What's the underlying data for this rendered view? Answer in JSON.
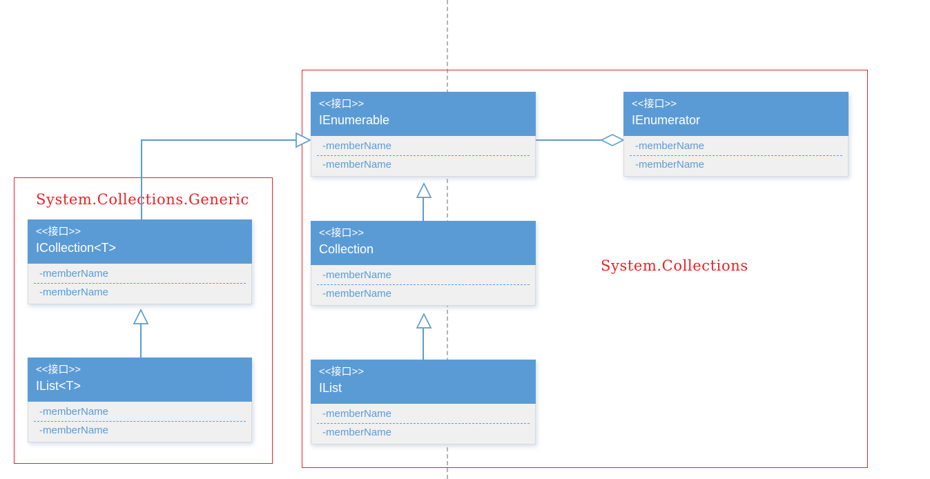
{
  "diagram": {
    "title": "System.Collections / System.Collections.Generic UML",
    "colors": {
      "header_blue": "#5B9BD5",
      "body_gray": "#F0F0F0",
      "namespace_red": "#ED2024",
      "divider_gray": "#B3B3B3",
      "member_text": "#5B9BD5"
    }
  },
  "namespaces": [
    {
      "id": "generic",
      "label": "System.Collections.Generic"
    },
    {
      "id": "collections",
      "label": "System.Collections"
    }
  ],
  "classes": [
    {
      "id": "icollection_t",
      "stereotype": "<<接口>>",
      "name": "ICollection<T>",
      "members": [
        "-memberName",
        "-memberName"
      ]
    },
    {
      "id": "ilist_t",
      "stereotype": "<<接口>>",
      "name": "IList<T>",
      "members": [
        "-memberName",
        "-memberName"
      ]
    },
    {
      "id": "ienumerable",
      "stereotype": "<<接口>>",
      "name": "IEnumerable",
      "members": [
        "-memberName",
        "-memberName"
      ]
    },
    {
      "id": "ienumerator",
      "stereotype": "<<接口>>",
      "name": "IEnumerator",
      "members": [
        "-memberName",
        "-memberName"
      ]
    },
    {
      "id": "collection",
      "stereotype": "<<接口>>",
      "name": "Collection",
      "members": [
        "-memberName",
        "-memberName"
      ]
    },
    {
      "id": "ilist",
      "stereotype": "<<接口>>",
      "name": "IList",
      "members": [
        "-memberName",
        "-memberName"
      ]
    }
  ],
  "relations": [
    {
      "id": "icollection-to-ienumerable",
      "type": "realization",
      "from": "ICollection<T>",
      "to": "IEnumerable"
    },
    {
      "id": "ilist_t-to-icollection_t",
      "type": "generalization",
      "from": "IList<T>",
      "to": "ICollection<T>"
    },
    {
      "id": "collection-to-ienumerable",
      "type": "generalization",
      "from": "Collection",
      "to": "IEnumerable"
    },
    {
      "id": "ilist-to-collection",
      "type": "generalization",
      "from": "IList",
      "to": "Collection"
    },
    {
      "id": "ienumerable-to-ienumerator",
      "type": "aggregation",
      "from": "IEnumerable",
      "to": "IEnumerator"
    }
  ]
}
